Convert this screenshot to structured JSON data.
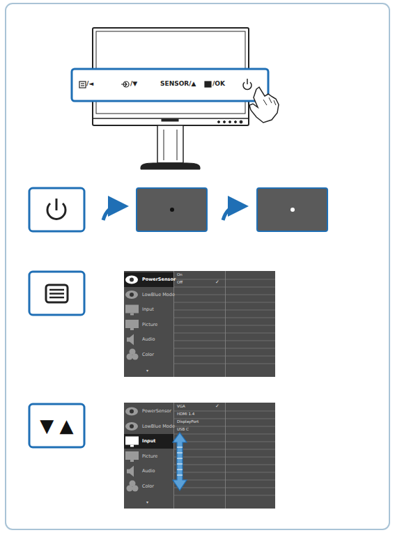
{
  "diagram": {
    "nodes": [
      {
        "text": [
          "▼ ▲"
        ]
      }
    ],
    "labels": [
      "/◄",
      "/▼",
      "SENSOR/▲",
      "/OK",
      "PowerSensor",
      "LowBlue Mode",
      "Input",
      "Picture",
      "Audio",
      "Color",
      "▾",
      "On",
      "Off",
      "✓",
      "PowerSensor",
      "LowBlue Mode",
      "Input",
      "Picture",
      "Audio",
      "Color",
      "▾",
      "VGA",
      "✓",
      "HDMI 1.4",
      "DisplayPort",
      "USB C"
    ]
  }
}
